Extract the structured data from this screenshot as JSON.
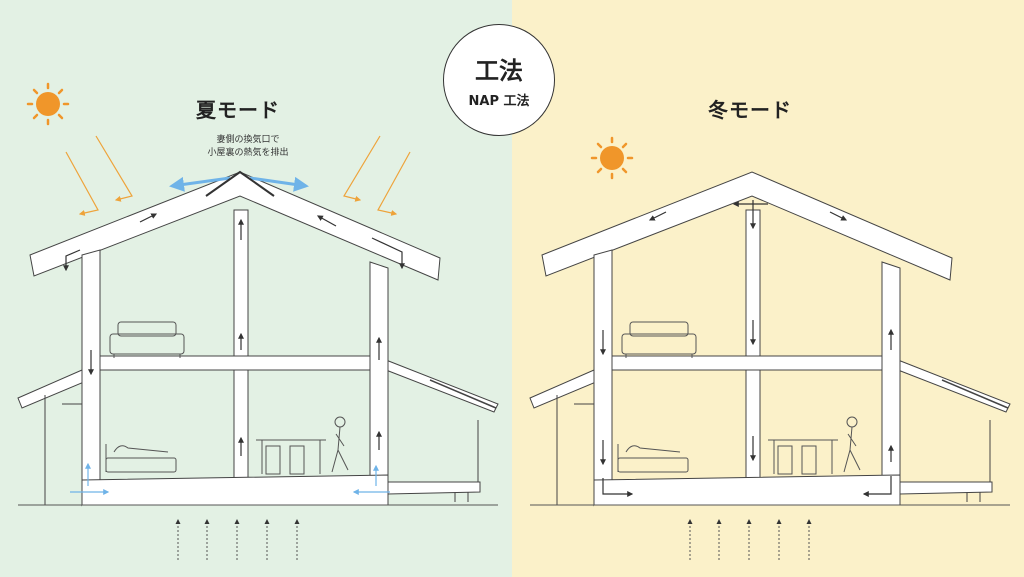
{
  "summer": {
    "title": "夏モード",
    "note_line1": "妻側の換気口で",
    "note_line2": "小屋裏の熱気を排出",
    "bg_color": "#e3f1e4"
  },
  "winter": {
    "title": "冬モード",
    "bg_color": "#fbf1c9"
  },
  "badge": {
    "main": "工法",
    "sub": "NAP 工法"
  },
  "colors": {
    "sun": "#f0962a",
    "sun_ray_arrow": "#eea33a",
    "vent_blue": "#6fb3e8",
    "flow_arrow": "#333333",
    "house_line": "#333333"
  }
}
